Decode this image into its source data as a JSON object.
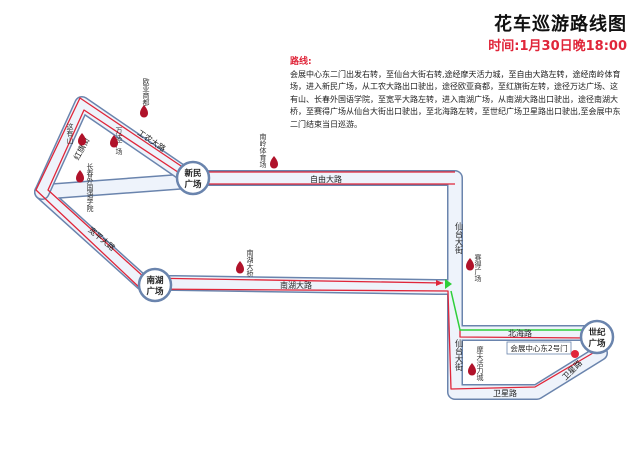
{
  "header": {
    "title": "花车巡游路线图",
    "subtitle": "时间:1月30日晚18:00"
  },
  "route": {
    "label": "路线:",
    "description": "会展中心东二门出发右转，至仙台大街右转,途经摩天活力城，至自由大路左转，途经南岭体育场，进入新民广场，从工农大路出口驶出，途径欧亚商都，至红旗街左转，途径万达广场、这有山、长春外国语学院，至宽平大路左转，进入南湖广场，从南湖大路出口驶出，途径南湖大桥，至赛得广场从仙台大街出口驶出，至北海路左转，至世纪广场卫星路出口驶出,至会展中东二门结束当日巡游。"
  },
  "roads": {
    "gongnong": "工农大路",
    "hongqi": "红旗街",
    "kuanping": "宽平大路",
    "ziyou": "自由大路",
    "nanhu": "南湖大路",
    "xiantai_1": "仙台大街",
    "xiantai_2": "仙台大街",
    "beihai": "北海路",
    "weixing_1": "卫星路",
    "weixing_2": "卫星路"
  },
  "nodes": {
    "xinmin": "新民广场",
    "nanhu": "南湖广场",
    "shiji": "世纪广场"
  },
  "pois": {
    "ouya": "欧亚商都",
    "wanda": "万达广场",
    "zheyoushan": "这有山",
    "waiguoyu": "长春外国语学院",
    "nanling": "南岭体育场",
    "nanhu_bridge": "南湖大桥",
    "saide": "赛得广场",
    "motian": "摩天活力城",
    "exhibition": "会展中心东2号门"
  },
  "colors": {
    "road_outer": "#6a84ad",
    "road_fill": "#eef3fb",
    "route_red": "#e0263a",
    "route_green": "#2fcf3a",
    "marker": "#b0122a",
    "accent_red": "#e0263a"
  }
}
